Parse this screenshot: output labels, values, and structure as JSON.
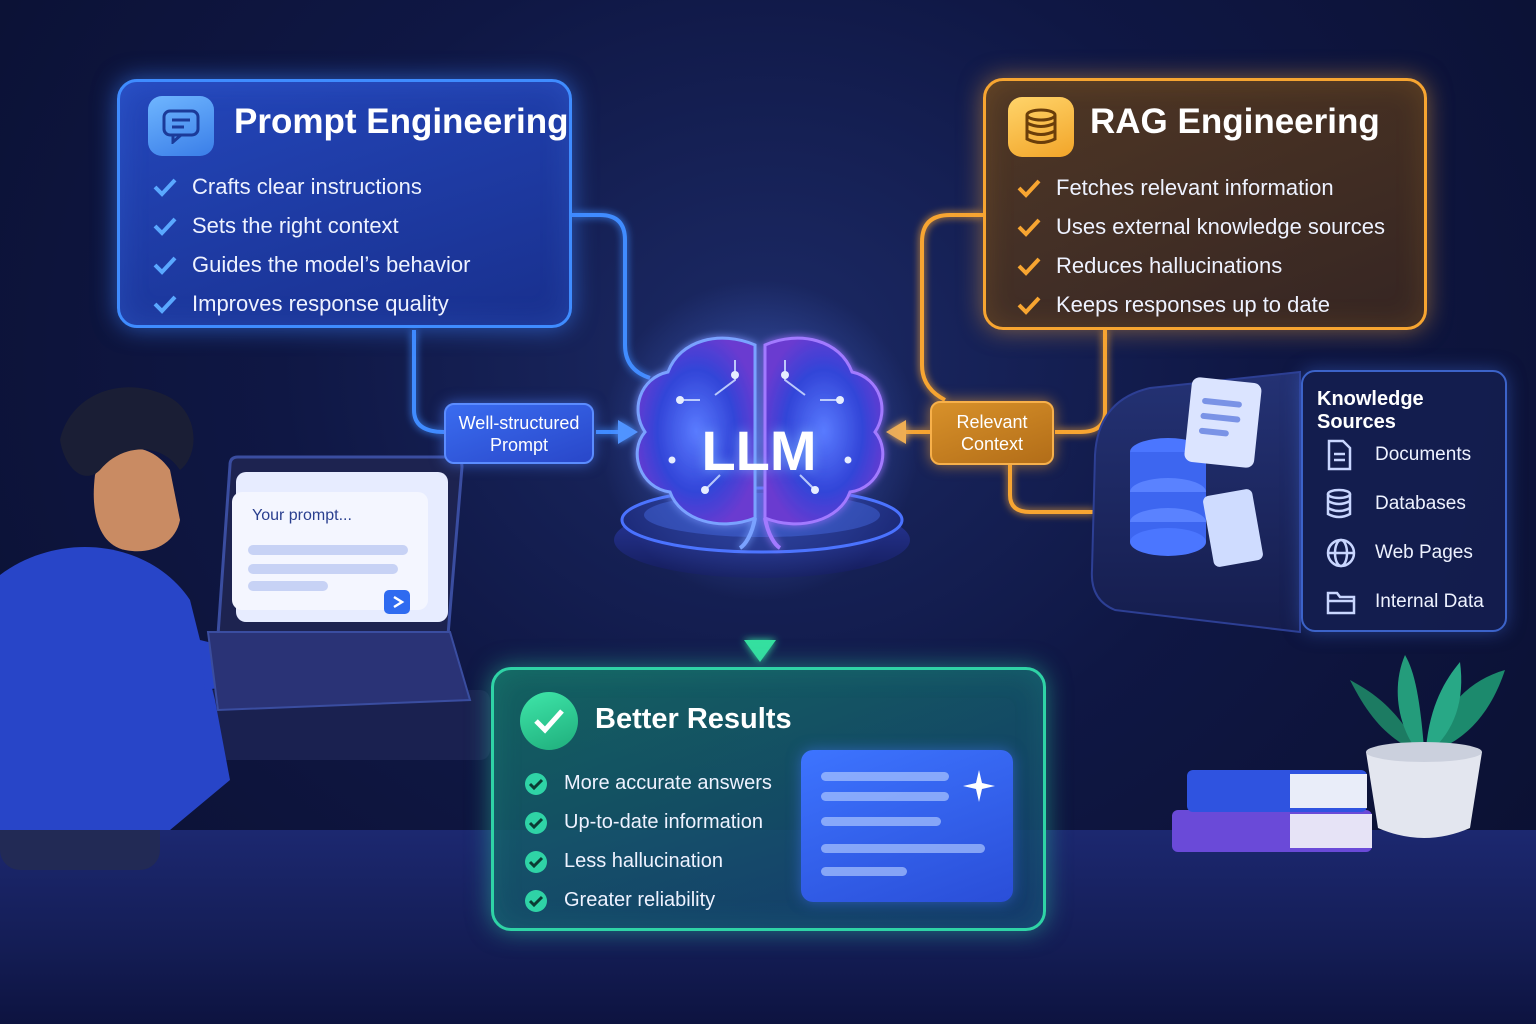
{
  "prompt_engineering": {
    "title": "Prompt Engineering",
    "items": [
      "Crafts clear instructions",
      "Sets the right context",
      "Guides the model’s behavior",
      "Improves response quality"
    ]
  },
  "rag_engineering": {
    "title": "RAG Engineering",
    "items": [
      "Fetches relevant information",
      "Uses external knowledge sources",
      "Reduces hallucinations",
      "Keeps responses up to date"
    ]
  },
  "connectors": {
    "prompt_label": "Well-structured Prompt",
    "context_label": "Relevant Context"
  },
  "llm": {
    "label": "LLM"
  },
  "laptop": {
    "prompt_placeholder": "Your prompt..."
  },
  "knowledge_sources": {
    "title": "Knowledge Sources",
    "items": [
      {
        "label": "Documents",
        "icon": "document-icon"
      },
      {
        "label": "Databases",
        "icon": "database-icon"
      },
      {
        "label": "Web Pages",
        "icon": "globe-icon"
      },
      {
        "label": "Internal Data",
        "icon": "folder-icon"
      }
    ]
  },
  "better_results": {
    "title": "Better Results",
    "items": [
      "More accurate answers",
      "Up-to-date information",
      "Less hallucination",
      "Greater reliability"
    ]
  },
  "colors": {
    "prompt_accent": "#3f8cff",
    "rag_accent": "#f7a531",
    "results_accent": "#2fd3a6",
    "llm_glow": "#5b7cff"
  }
}
